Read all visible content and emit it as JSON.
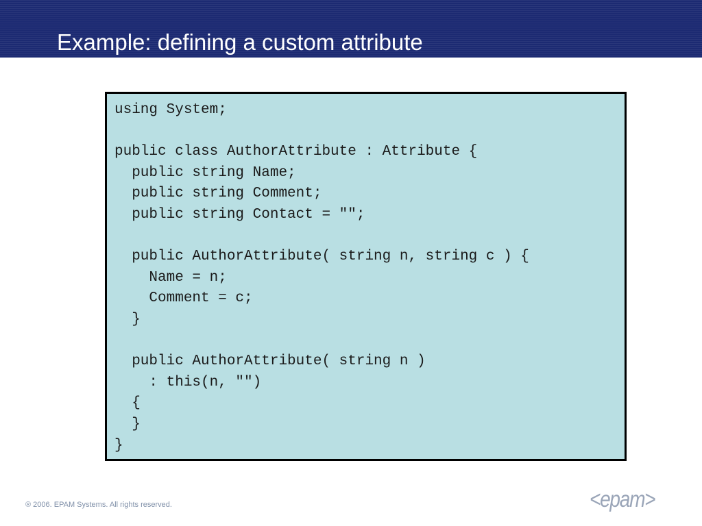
{
  "slide": {
    "title": "Example: defining a custom attribute"
  },
  "code": {
    "lines": [
      "using System;",
      "",
      "public class AuthorAttribute : Attribute {",
      "  public string Name;",
      "  public string Comment;",
      "  public string Contact = \"\";",
      "",
      "  public AuthorAttribute( string n, string c ) {",
      "    Name = n;",
      "    Comment = c;",
      "  }",
      "",
      "  public AuthorAttribute( string n )",
      "    : this(n, \"\")",
      "  {",
      "  }",
      "}"
    ]
  },
  "footer": {
    "copyright": "® 2006. EPAM Systems. All rights reserved.",
    "logo": "<epam>"
  },
  "colors": {
    "header_band": "#1c2a72",
    "code_background": "#b9dfe3",
    "code_border": "#000000",
    "footer_text": "#7f8fa8",
    "logo": "#9aa5b8"
  }
}
